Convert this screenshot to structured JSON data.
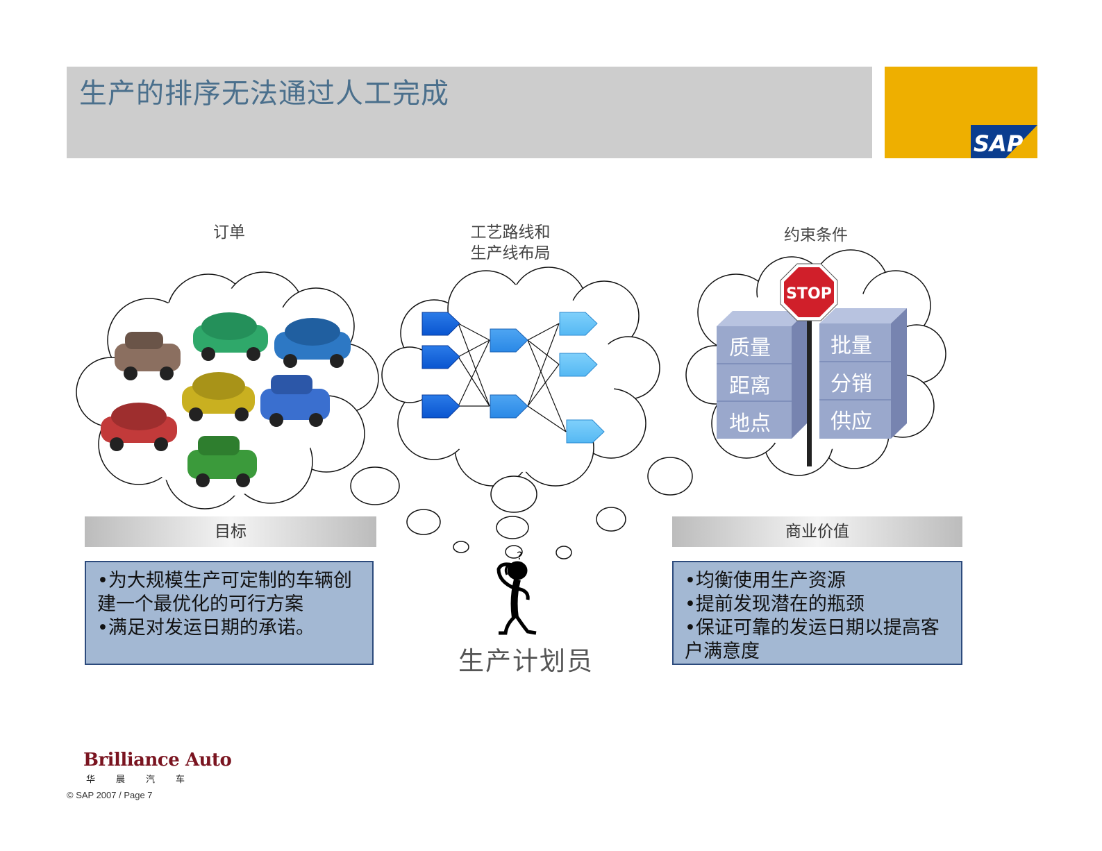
{
  "title": "生产的排序无法通过人工完成",
  "brand": {
    "sap_logo": "SAP",
    "company": "Brilliance Auto",
    "company_cn": "华晨汽车"
  },
  "sections": {
    "orders": {
      "label": "订单"
    },
    "routing": {
      "label_line1": "工艺路线和",
      "label_line2": "生产线布局"
    },
    "constraints": {
      "label": "约束条件",
      "stop_sign": "STOP",
      "left_blocks": [
        "质量",
        "距离",
        "地点"
      ],
      "right_blocks": [
        "批量",
        "分销",
        "供应"
      ]
    }
  },
  "goal": {
    "header": "目标",
    "bullets": [
      "•为大规模生产可定制的车辆创建一个最优化的可行方案",
      "•满足对发运日期的承诺。"
    ]
  },
  "value": {
    "header": "商业价值",
    "bullets": [
      "•均衡使用生产资源",
      "•提前发现潜在的瓶颈",
      "•保证可靠的发运日期以提高客户满意度"
    ]
  },
  "planner": {
    "label": "生产计划员",
    "question_mark": "?"
  },
  "footer": {
    "copyright": "© SAP 2007 / Page 7"
  },
  "colors": {
    "title_bg": "#cdcdcd",
    "title_text": "#4a6f8c",
    "sap_gold": "#eeaf00",
    "sap_blue": "#0a3d8f",
    "box_fill": "#a3b8d3",
    "box_border": "#2c4a7c",
    "block_fill": "#9aa8cc",
    "stop_red": "#d01f2a",
    "cars": [
      "#8b6f60",
      "#2fa86a",
      "#2d78c4",
      "#c9b020",
      "#3a6fcf",
      "#c23a3a",
      "#3b9a3b"
    ]
  }
}
